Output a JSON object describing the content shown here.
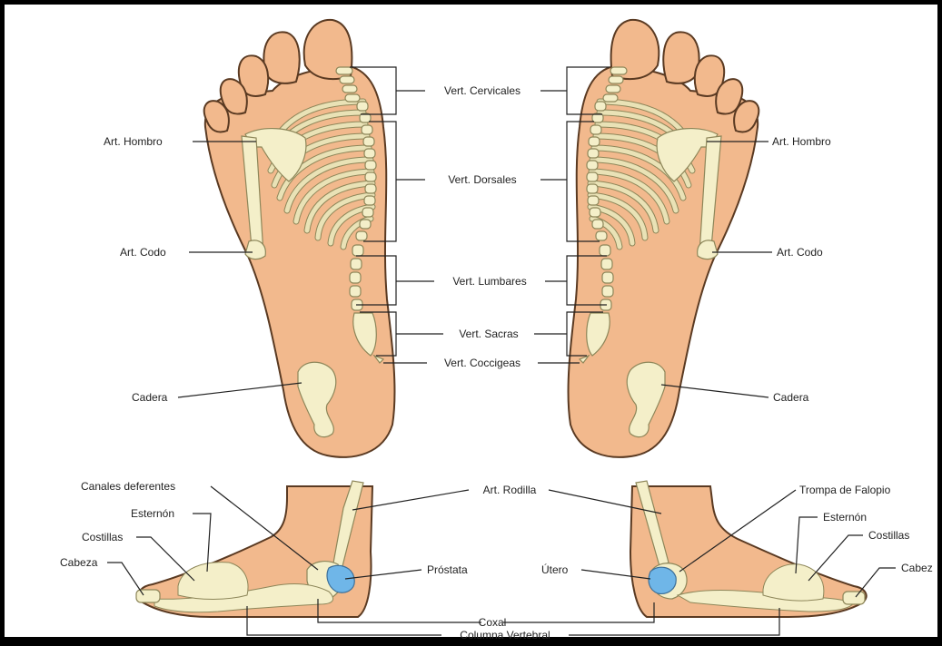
{
  "labels": {
    "cervicales": "Vert. Cervicales",
    "dorsales": "Vert. Dorsales",
    "lumbares": "Vert. Lumbares",
    "sacras": "Vert. Sacras",
    "coccigeas": "Vert. Coccigeas",
    "hombro": "Art. Hombro",
    "codo": "Art. Codo",
    "cadera": "Cadera",
    "canales": "Canales deferentes",
    "esternon": "Esternón",
    "costillas": "Costillas",
    "cabeza": "Cabeza",
    "cabeza_cut": "Cabez",
    "prostata": "Próstata",
    "rodilla": "Art. Rodilla",
    "trompa": "Trompa de Falopio",
    "utero": "Útero",
    "coxal": "Coxal",
    "columna": "Columna Vertebral"
  },
  "colors": {
    "skin": "#f2b98d",
    "bone": "#f4efc9",
    "organ": "#6fb6e8",
    "frame": "#000000"
  }
}
